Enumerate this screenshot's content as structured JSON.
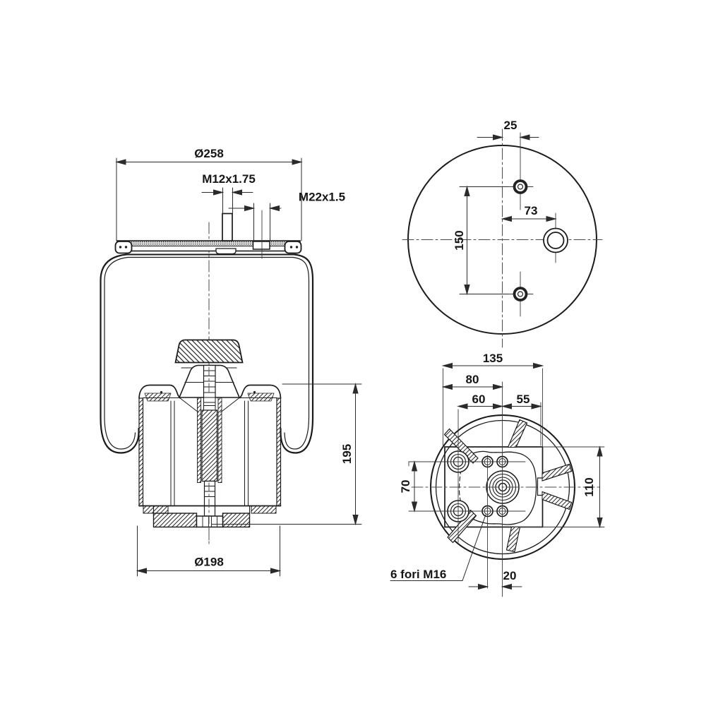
{
  "drawing": {
    "type": "technical-drawing",
    "part": "air-spring bellow with piston, three orthographic views",
    "colors": {
      "line": "#1b1b1b",
      "dim": "#2b2b2b",
      "center": "#4a4a4a",
      "bg": "#ffffff"
    },
    "side_view": {
      "top_plate_diameter": "Ø258",
      "stud_thread": "M12x1.75",
      "air_fitting_thread": "M22x1.5",
      "piston_height": "195",
      "piston_diameter": "Ø198"
    },
    "top_view": {
      "stud_offset": "25",
      "fitting_offset": "73",
      "stud_spacing": "150"
    },
    "bottom_view": {
      "plate_width": "135",
      "edge_to_center": "80",
      "hole_span_left": "60",
      "hole_span_right": "55",
      "hole_row_spacing": "70",
      "plate_height": "110",
      "hole_pair_spacing": "20",
      "holes_note": "6 fori M16"
    }
  }
}
